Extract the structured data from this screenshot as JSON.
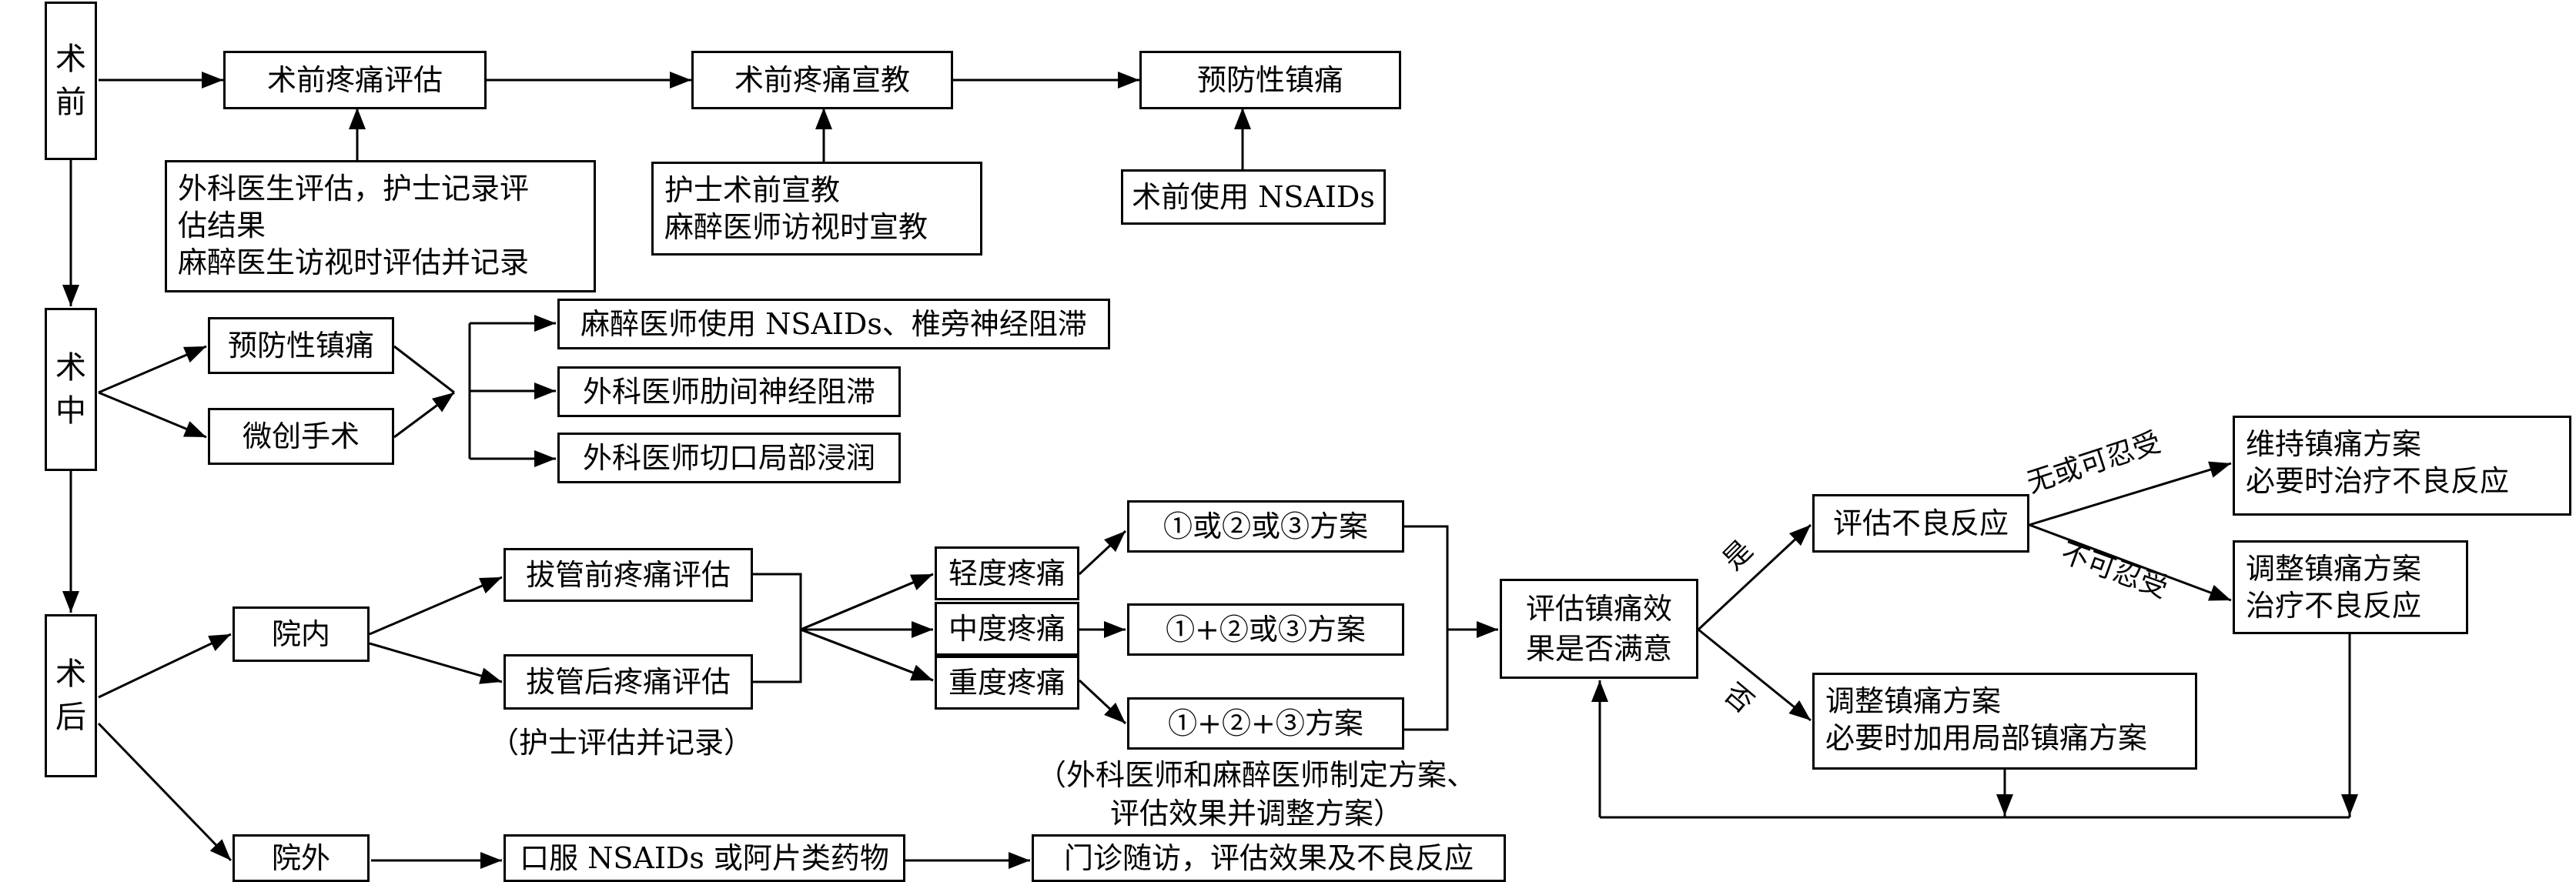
{
  "phases": {
    "pre": [
      "术",
      "前"
    ],
    "intra": [
      "术",
      "中"
    ],
    "post": [
      "术",
      "后"
    ]
  },
  "pre": {
    "assess": "术前疼痛评估",
    "educate": "术前疼痛宣教",
    "preventive": "预防性镇痛",
    "assess_detail": [
      "外科医生评估，护士记录评",
      "估结果",
      "麻醉医生访视时评估并记录"
    ],
    "educate_detail": [
      "护士术前宣教",
      "麻醉医师访视时宣教"
    ],
    "nsaids": "术前使用 NSAIDs"
  },
  "intra": {
    "preventive": "预防性镇痛",
    "minimally_invasive": "微创手术",
    "option1": "麻醉医师使用 NSAIDs、椎旁神经阻滞",
    "option2": "外科医师肋间神经阻滞",
    "option3": "外科医师切口局部浸润"
  },
  "post": {
    "inpatient": "院内",
    "outpatient": "院外",
    "before_extubation": "拔管前疼痛评估",
    "after_extubation": "拔管后疼痛评估",
    "nurse_note": "（护士评估并记录）",
    "mild": "轻度疼痛",
    "moderate": "中度疼痛",
    "severe": "重度疼痛",
    "plan_mild": "①或②或③方案",
    "plan_moderate": "①+②或③方案",
    "plan_severe": "①+②+③方案",
    "plan_note": [
      "（外科医师和麻醉医师制定方案、",
      "评估效果并调整方案）"
    ],
    "evaluate": [
      "评估镇痛效",
      "果是否满意"
    ],
    "yes": "是",
    "no": "否",
    "adverse_eval": "评估不良反应",
    "none_tolerable": "无或可忍受",
    "intolerable": "不可忍受",
    "maintain": [
      "维持镇痛方案",
      "必要时治疗不良反应"
    ],
    "adjust_treat": [
      "调整镇痛方案",
      "治疗不良反应"
    ],
    "adjust_local": [
      "调整镇痛方案",
      "必要时加用局部镇痛方案"
    ],
    "oral": "口服 NSAIDs 或阿片类药物",
    "followup": "门诊随访，评估效果及不良反应"
  }
}
